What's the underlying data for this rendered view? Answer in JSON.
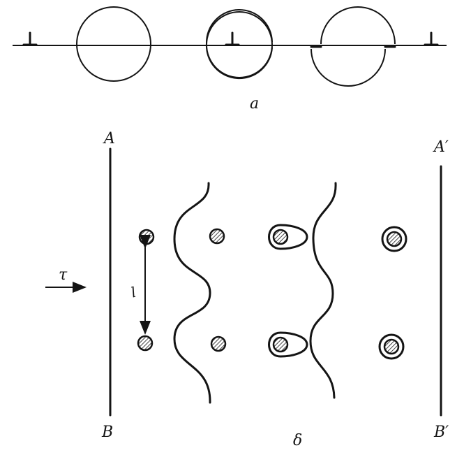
{
  "figure": {
    "panel_a_label": "a",
    "panel_b_label": "δ",
    "left_line_top_label": "A",
    "left_line_bottom_label": "B",
    "right_line_top_label": "A′",
    "right_line_bottom_label": "B′",
    "stress_label": "τ",
    "spacing_label": "l"
  }
}
